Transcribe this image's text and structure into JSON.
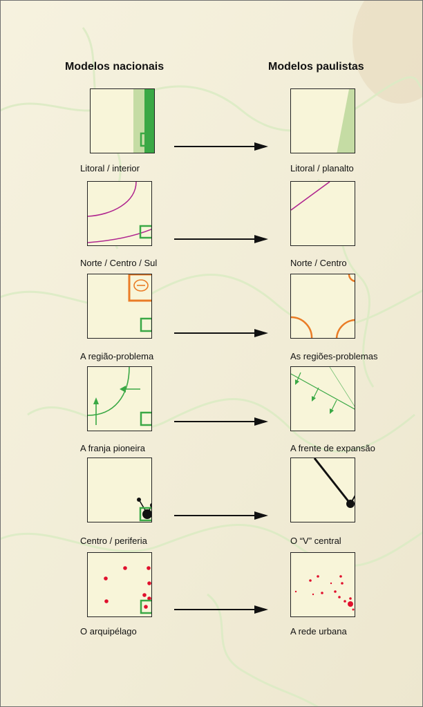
{
  "headers": {
    "nacionais": "Modelos nacionais",
    "paulistas": "Modelos paulistas"
  },
  "rows": [
    {
      "left": "Litoral / interior",
      "right": "Litoral / planalto"
    },
    {
      "left": "Norte / Centro / Sul",
      "right": "Norte / Centro"
    },
    {
      "left": "A região-problema",
      "right": "As regiões-problemas"
    },
    {
      "left": "A franja pioneira",
      "right": "A frente de expansão"
    },
    {
      "left": "Centro / periferia",
      "right": "O “V” central"
    },
    {
      "left": "O arquipélago",
      "right": "A rede urbana"
    }
  ],
  "colors": {
    "panel_fill": "#f8f5d9",
    "green": "#3aa845",
    "light_green": "#c5dca4",
    "purple": "#b0268f",
    "orange": "#ea7c26",
    "red": "#e0102d",
    "background": "#f4f0dc"
  }
}
